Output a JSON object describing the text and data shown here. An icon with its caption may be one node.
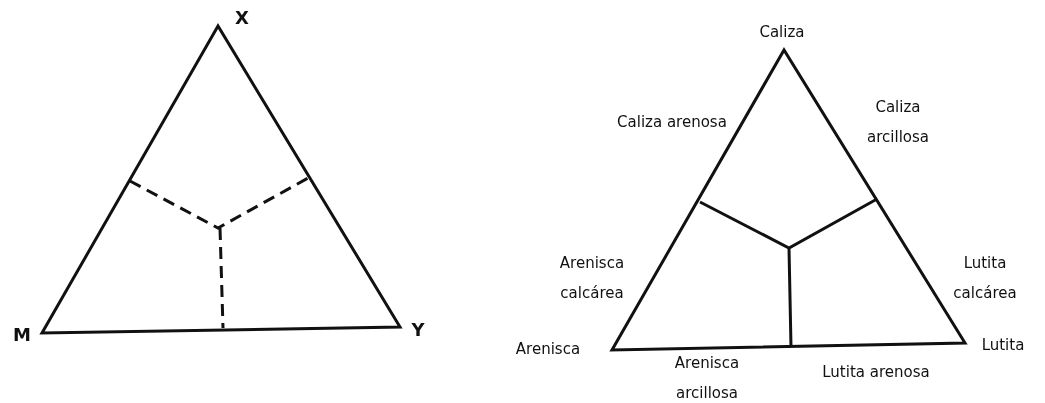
{
  "diagram": {
    "labels": [
      "X",
      "M",
      "Y",
      "Caliza",
      "Caliza arenosa",
      "Caliza arcillosa",
      "Arenisca calcárea",
      "Lutita calcárea",
      "Arenisca",
      "Lutita",
      "Arenisca arcillosa",
      "Lutita arenosa"
    ]
  }
}
